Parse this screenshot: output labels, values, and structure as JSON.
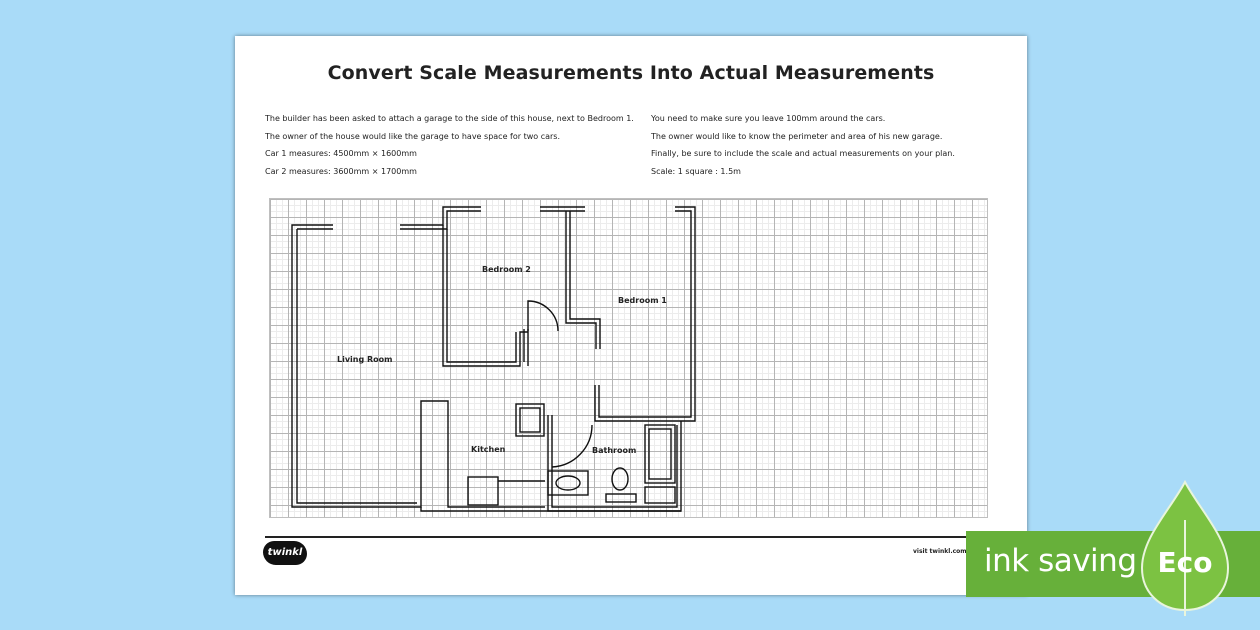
{
  "worksheet": {
    "title": "Convert Scale Measurements Into Actual Measurements",
    "instructions_left": [
      "The builder has been asked to attach a garage to the side of this house, next to Bedroom 1.",
      "The owner of the house would like the garage to have space for two cars.",
      "Car 1 measures: 4500mm × 1600mm",
      "Car 2 measures: 3600mm × 1700mm"
    ],
    "instructions_right": [
      "You need to make sure you leave 100mm around the cars.",
      "The owner would like to know the perimeter and area of his new garage.",
      "Finally, be sure to include the scale and actual measurements on your plan.",
      "Scale: 1 square : 1.5m"
    ],
    "rooms": {
      "bedroom2": "Bedroom 2",
      "bedroom1": "Bedroom 1",
      "living_room": "Living Room",
      "kitchen": "Kitchen",
      "bathroom": "Bathroom"
    },
    "footer": {
      "logo": "twinkl",
      "visit": "visit twinkl.com"
    }
  },
  "badge": {
    "label": "ink saving",
    "eco": "Eco",
    "color": "#67b03a"
  }
}
